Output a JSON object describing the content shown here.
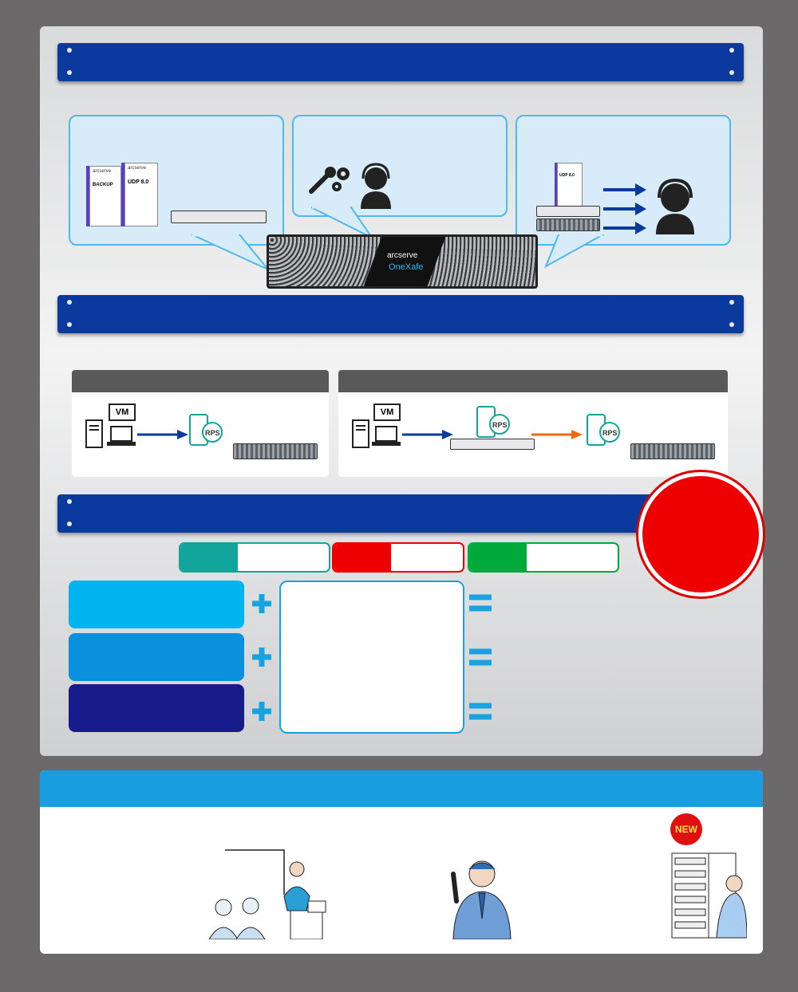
{
  "brand": {
    "logo_text": "arcserve",
    "product_name": "OneXafe",
    "backup_box_label": "BACKUP",
    "udp_box_label": "UDP 8.0",
    "udp_box_small_label": "UDP 8.0"
  },
  "diagram": {
    "vm_label": "VM",
    "rps_label": "RPS",
    "arrow_color_primary": "#0a3a9d",
    "arrow_color_secondary": "#f06a10"
  },
  "plan": {
    "badge": "NEW"
  },
  "colors": {
    "navy_bar": "#0a3a9d",
    "bubble_fill": "#d7ecf8",
    "bubble_border": "#4fb8ec",
    "teal": "#12a59b",
    "red": "#ee0000",
    "green": "#00a93a",
    "cyan": "#00b4ee",
    "blue": "#0a90dc",
    "deep_navy": "#181b8a",
    "light_blue_band": "#1a9de0"
  },
  "icons": [
    "wrench-gear-icon",
    "headset-support-icon",
    "arrow-right-icon",
    "server-icon",
    "laptop-icon",
    "plus-icon",
    "equals-icon"
  ]
}
